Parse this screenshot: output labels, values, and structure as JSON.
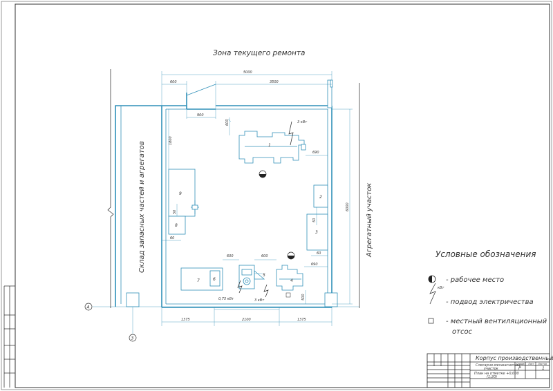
{
  "drawing": {
    "zone_top": "Зона текущего ремонта",
    "zone_left": "Склад запасных частей и агрегатов",
    "zone_right": "Агрегатный участок",
    "axis_a": "А",
    "axis_3": "3"
  },
  "dimensions": {
    "total_width": "5000",
    "d600_top": "600",
    "d3500": "3500",
    "d900": "900",
    "d600_side": "600",
    "d690_top": "690",
    "d1800": "1800",
    "d6000": "6000",
    "d50_left": "50",
    "d60_left": "60",
    "d50_right": "50",
    "d600_b1": "600",
    "d600_b2": "600",
    "d60_right": "60",
    "d690_bottom": "690",
    "d500": "500",
    "d1375_left": "1375",
    "d2100": "2100",
    "d1375_right": "1375"
  },
  "equipment": {
    "e1": "1",
    "e2": "2",
    "e3": "3",
    "e4": "4",
    "e5": "5",
    "e6": "6",
    "e7": "7",
    "e8": "8",
    "e9": "9"
  },
  "power": {
    "p1": "3 кВт",
    "p2": "0,75 кВт",
    "p3": "3 кВт"
  },
  "legend": {
    "title": "Условные обозначения",
    "workplace": "- рабочее место",
    "power_unit": "кВт",
    "power": "- подвод электричества",
    "vent_1": "- местный вентиляционный",
    "vent_2": "отсос"
  },
  "title_block": {
    "name": "Корпус производственный",
    "part_1": "Слесарно-механический",
    "part_2": "участок",
    "plan_1": "План на отметке +0,000",
    "plan_2": "(1:20)",
    "col_stage": "Стадия",
    "col_sheet": "Лист",
    "col_sheets": "Листов",
    "stage": "Р",
    "sheets": "1"
  }
}
